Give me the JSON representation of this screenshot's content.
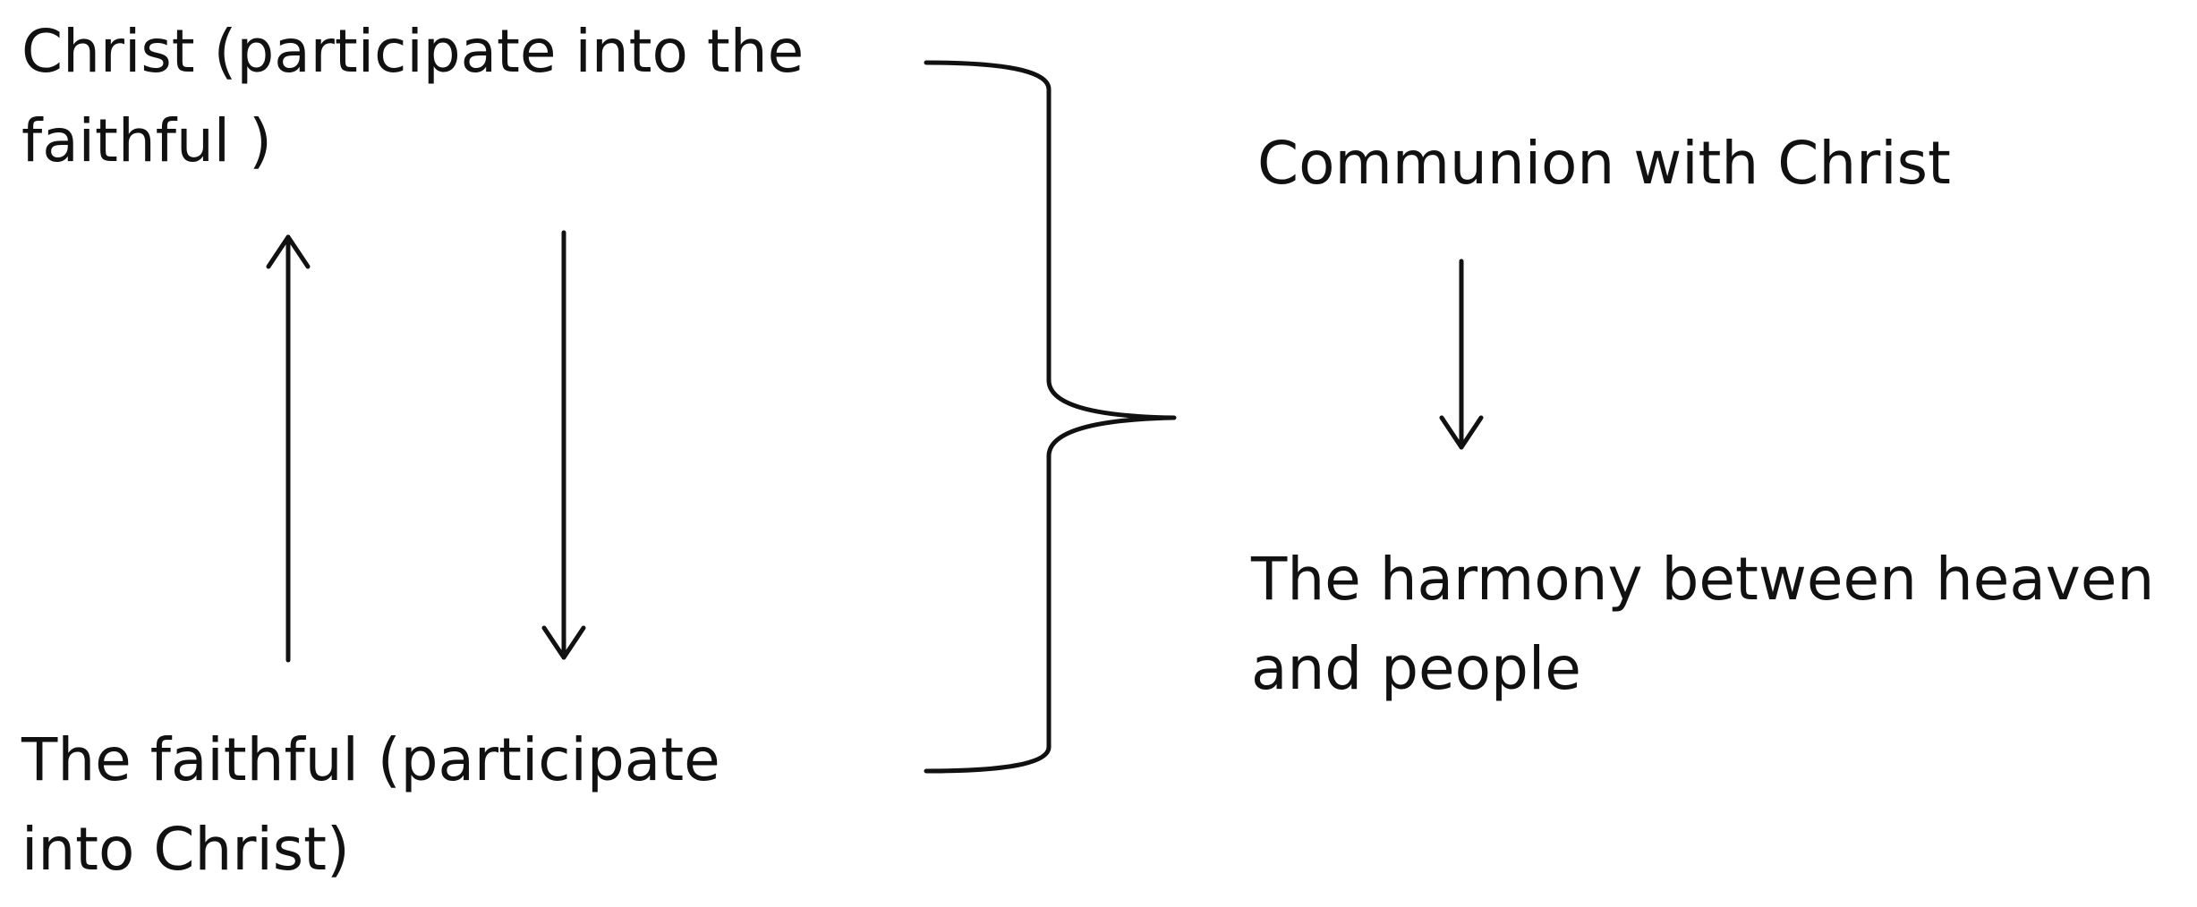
{
  "diagram": {
    "christ_node": {
      "line1": "Christ (participate into the",
      "line2": "faithful )"
    },
    "faithful_node": {
      "line1": "The faithful (participate",
      "line2": "into Christ)"
    },
    "communion_node": {
      "text": "Communion with Christ"
    },
    "harmony_node": {
      "line1": "The harmony between heaven",
      "line2": "and people"
    },
    "connectors": [
      {
        "from": "faithful_node",
        "to": "christ_node",
        "style": "arrow-up"
      },
      {
        "from": "christ_node",
        "to": "faithful_node",
        "style": "arrow-down"
      },
      {
        "from": "christ_node + faithful_node",
        "to": "communion_node",
        "style": "brace"
      },
      {
        "from": "communion_node",
        "to": "harmony_node",
        "style": "arrow-down"
      }
    ]
  }
}
